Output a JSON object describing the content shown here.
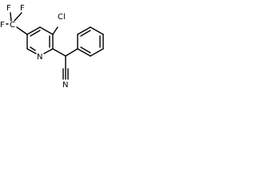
{
  "molecule": {
    "labels": {
      "f_top_1": "F",
      "f_top_2": "F",
      "f_left": "F",
      "carbon_cf3": "C",
      "cl": "Cl",
      "n_ring": "N",
      "n_nitrile": "N"
    }
  }
}
